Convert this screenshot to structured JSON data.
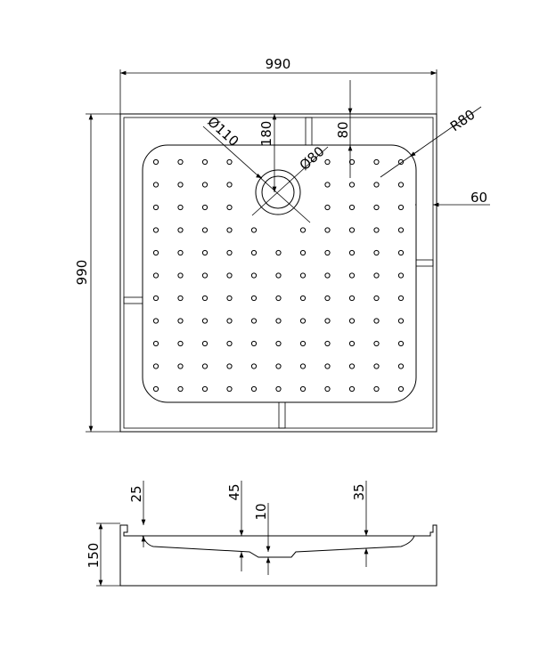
{
  "drawing": {
    "top_view": {
      "width_label": "990",
      "height_label": "990",
      "drain_outer_label": "Ø110",
      "drain_inner_label": "Ø80",
      "drain_offset_label": "180",
      "panel_offset_top_label": "80",
      "corner_radius_label": "R80",
      "panel_offset_side_label": "60"
    },
    "side_view": {
      "height_label": "150",
      "lip_label": "25",
      "depth_mid_label": "45",
      "drain_step_label": "10",
      "depth_right_label": "35"
    },
    "colors": {
      "line": "#000000",
      "background": "#ffffff"
    }
  }
}
